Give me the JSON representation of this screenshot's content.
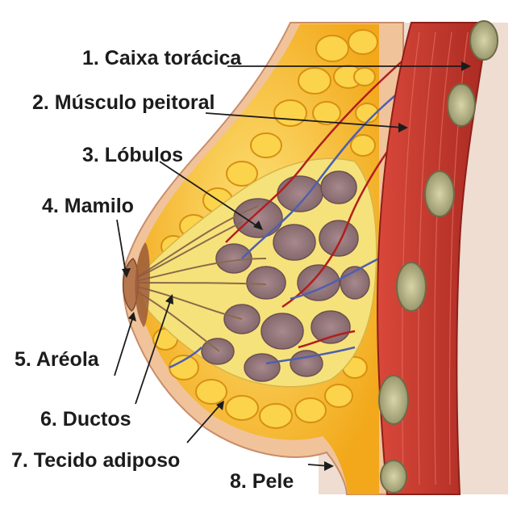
{
  "labels": [
    {
      "id": "rib-cage",
      "text": "1. Caixa torácica"
    },
    {
      "id": "pectoral",
      "text": "2. Músculo peitoral"
    },
    {
      "id": "lobules",
      "text": "3. Lóbulos"
    },
    {
      "id": "nipple",
      "text": "4. Mamilo"
    },
    {
      "id": "areola",
      "text": "5. Aréola"
    },
    {
      "id": "ducts",
      "text": "6. Ductos"
    },
    {
      "id": "adipose",
      "text": "7. Tecido adiposo"
    },
    {
      "id": "skin",
      "text": "8. Pele"
    }
  ],
  "colors": {
    "background": "#ffffff",
    "skin_bg": "#eeddd0",
    "fat": "#f2b21c",
    "fat_light": "#fde37a",
    "muscle": "#c8362b",
    "muscle_dark": "#8e1f19",
    "bone": "#a7a57d",
    "lobule": "#8f7478",
    "vein": "#4e5fb0",
    "artery": "#b21e1e",
    "leader_line": "#1c1c1c"
  }
}
